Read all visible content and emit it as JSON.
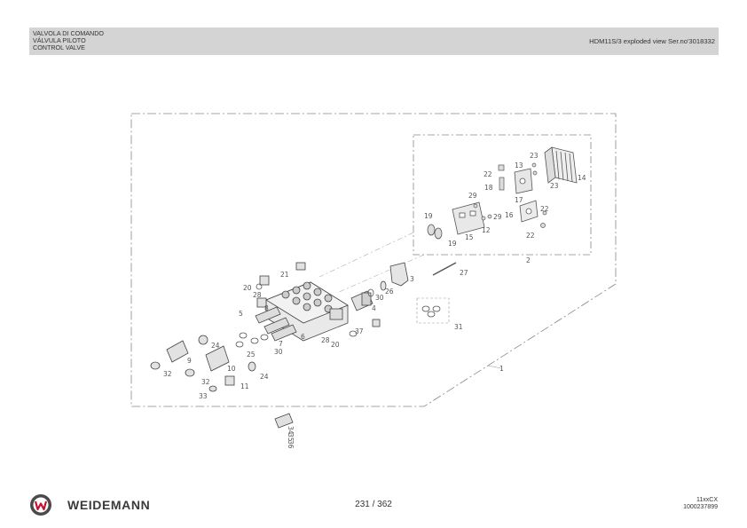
{
  "header": {
    "title_lines": [
      "VALVOLA DI COMANDO",
      "VÁLVULA PILOTO",
      "CONTROL VALVE"
    ],
    "model_info": "HDM11S/3 exploded view Ser.no'3018332"
  },
  "footer": {
    "brand": "WEIDEMANN",
    "page": "231 / 362",
    "code_line1": "11xxCX",
    "code_line2": "1000237899"
  },
  "callouts": [
    "1",
    "2",
    "3",
    "4",
    "5",
    "6",
    "7",
    "8",
    "9",
    "10",
    "11",
    "12",
    "13",
    "14",
    "15",
    "16",
    "17",
    "18",
    "19",
    "19",
    "20",
    "20",
    "21",
    "22",
    "22",
    "22",
    "23",
    "23",
    "24",
    "24",
    "25",
    "26",
    "27",
    "28",
    "28",
    "29",
    "29",
    "30",
    "30",
    "31",
    "32",
    "32",
    "33",
    "34",
    "35",
    "36",
    "37"
  ]
}
